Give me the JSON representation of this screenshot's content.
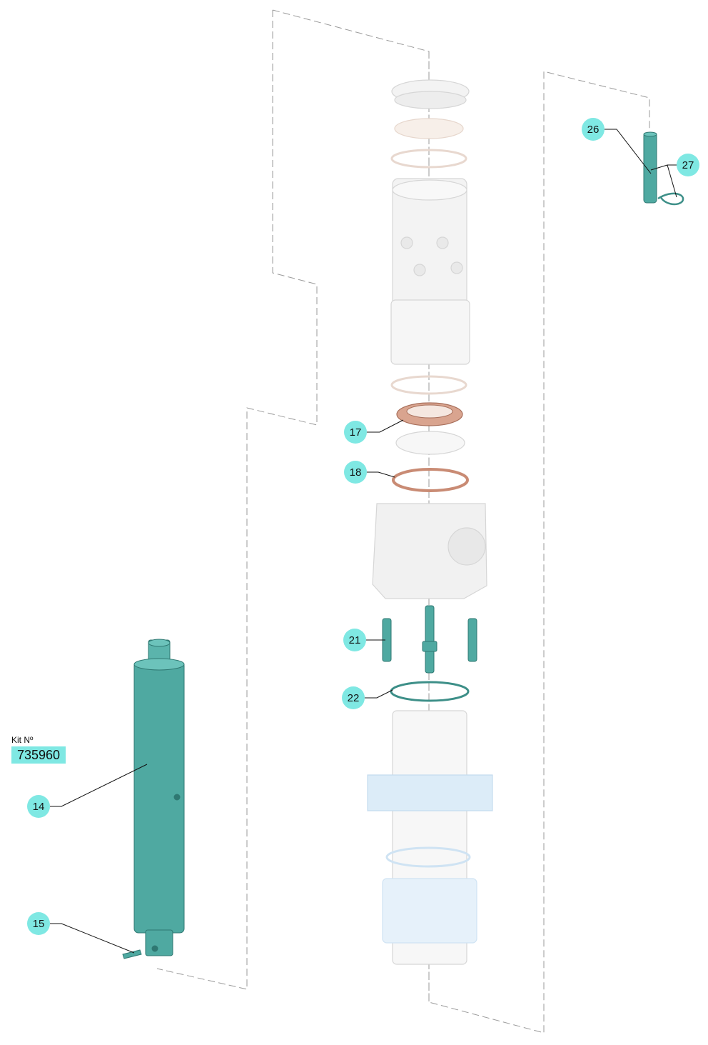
{
  "kit": {
    "label": "Kit Nº",
    "number": "735960"
  },
  "callouts": [
    {
      "id": "26",
      "label": "26"
    },
    {
      "id": "27",
      "label": "27"
    },
    {
      "id": "17",
      "label": "17"
    },
    {
      "id": "18",
      "label": "18"
    },
    {
      "id": "21",
      "label": "21"
    },
    {
      "id": "22",
      "label": "22"
    },
    {
      "id": "14",
      "label": "14"
    },
    {
      "id": "15",
      "label": "15"
    }
  ],
  "colors": {
    "highlight_part": "#4fa9a1",
    "highlight_part_light": "#6cc3bb",
    "callout_bubble": "#7fe8e3",
    "seal_copper": "#d9a48f",
    "ghost_part": "#f0f0f0",
    "ghost_part_blue": "#dcecf8"
  }
}
